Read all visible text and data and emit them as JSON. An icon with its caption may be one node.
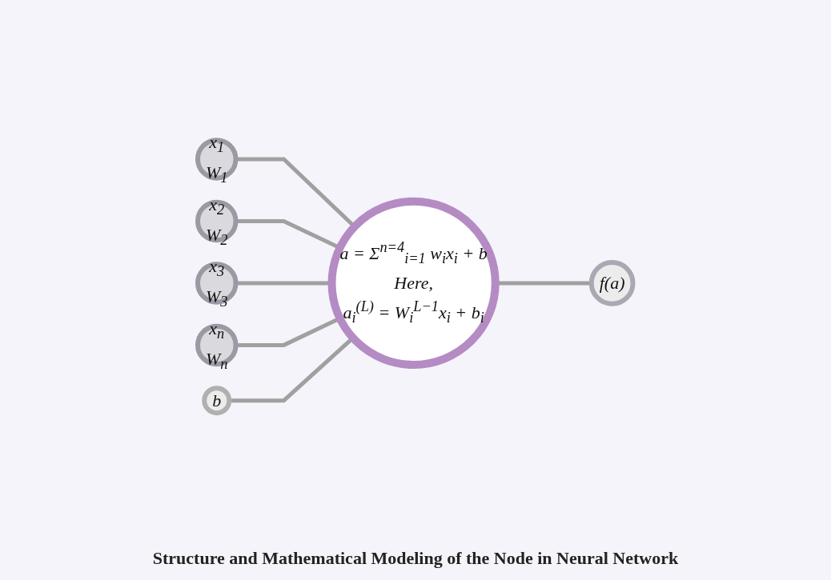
{
  "diagram": {
    "caption": "Structure and Mathematical Modeling of the Node in Neural Network",
    "nodes": [
      {
        "text": [
          "x$_{1}$",
          "W$_{1}$"
        ]
      },
      {
        "text": [
          "x$_{2}$",
          "W$_{2}$"
        ]
      },
      {
        "text": [
          "x$_{3}$",
          "W$_{3}$"
        ]
      },
      {
        "text": [
          "x$_{n}$",
          "W$_{n}$"
        ]
      },
      {
        "text": [
          "b"
        ]
      },
      {
        "text": [
          "a = Σ$^{n=4}$$_{i=1}$ w$_{i}$x$_{i}$ + b",
          "Here,",
          "a$_{i}$$^{(L)}$ = W$_{i}$$^{L−1}$x$_{i}$ + b$_{i}$"
        ]
      },
      {
        "text": [
          "f(a)"
        ]
      }
    ],
    "edges": [
      {
        "from": 0,
        "to": 5,
        "arrow": "none"
      },
      {
        "from": 1,
        "to": 5,
        "arrow": "none"
      },
      {
        "from": 2,
        "to": 5,
        "arrow": "none"
      },
      {
        "from": 3,
        "to": 5,
        "arrow": "none"
      },
      {
        "from": 4,
        "to": 5,
        "arrow": "none"
      },
      {
        "from": 5,
        "to": 6,
        "arrow": "none"
      }
    ]
  }
}
